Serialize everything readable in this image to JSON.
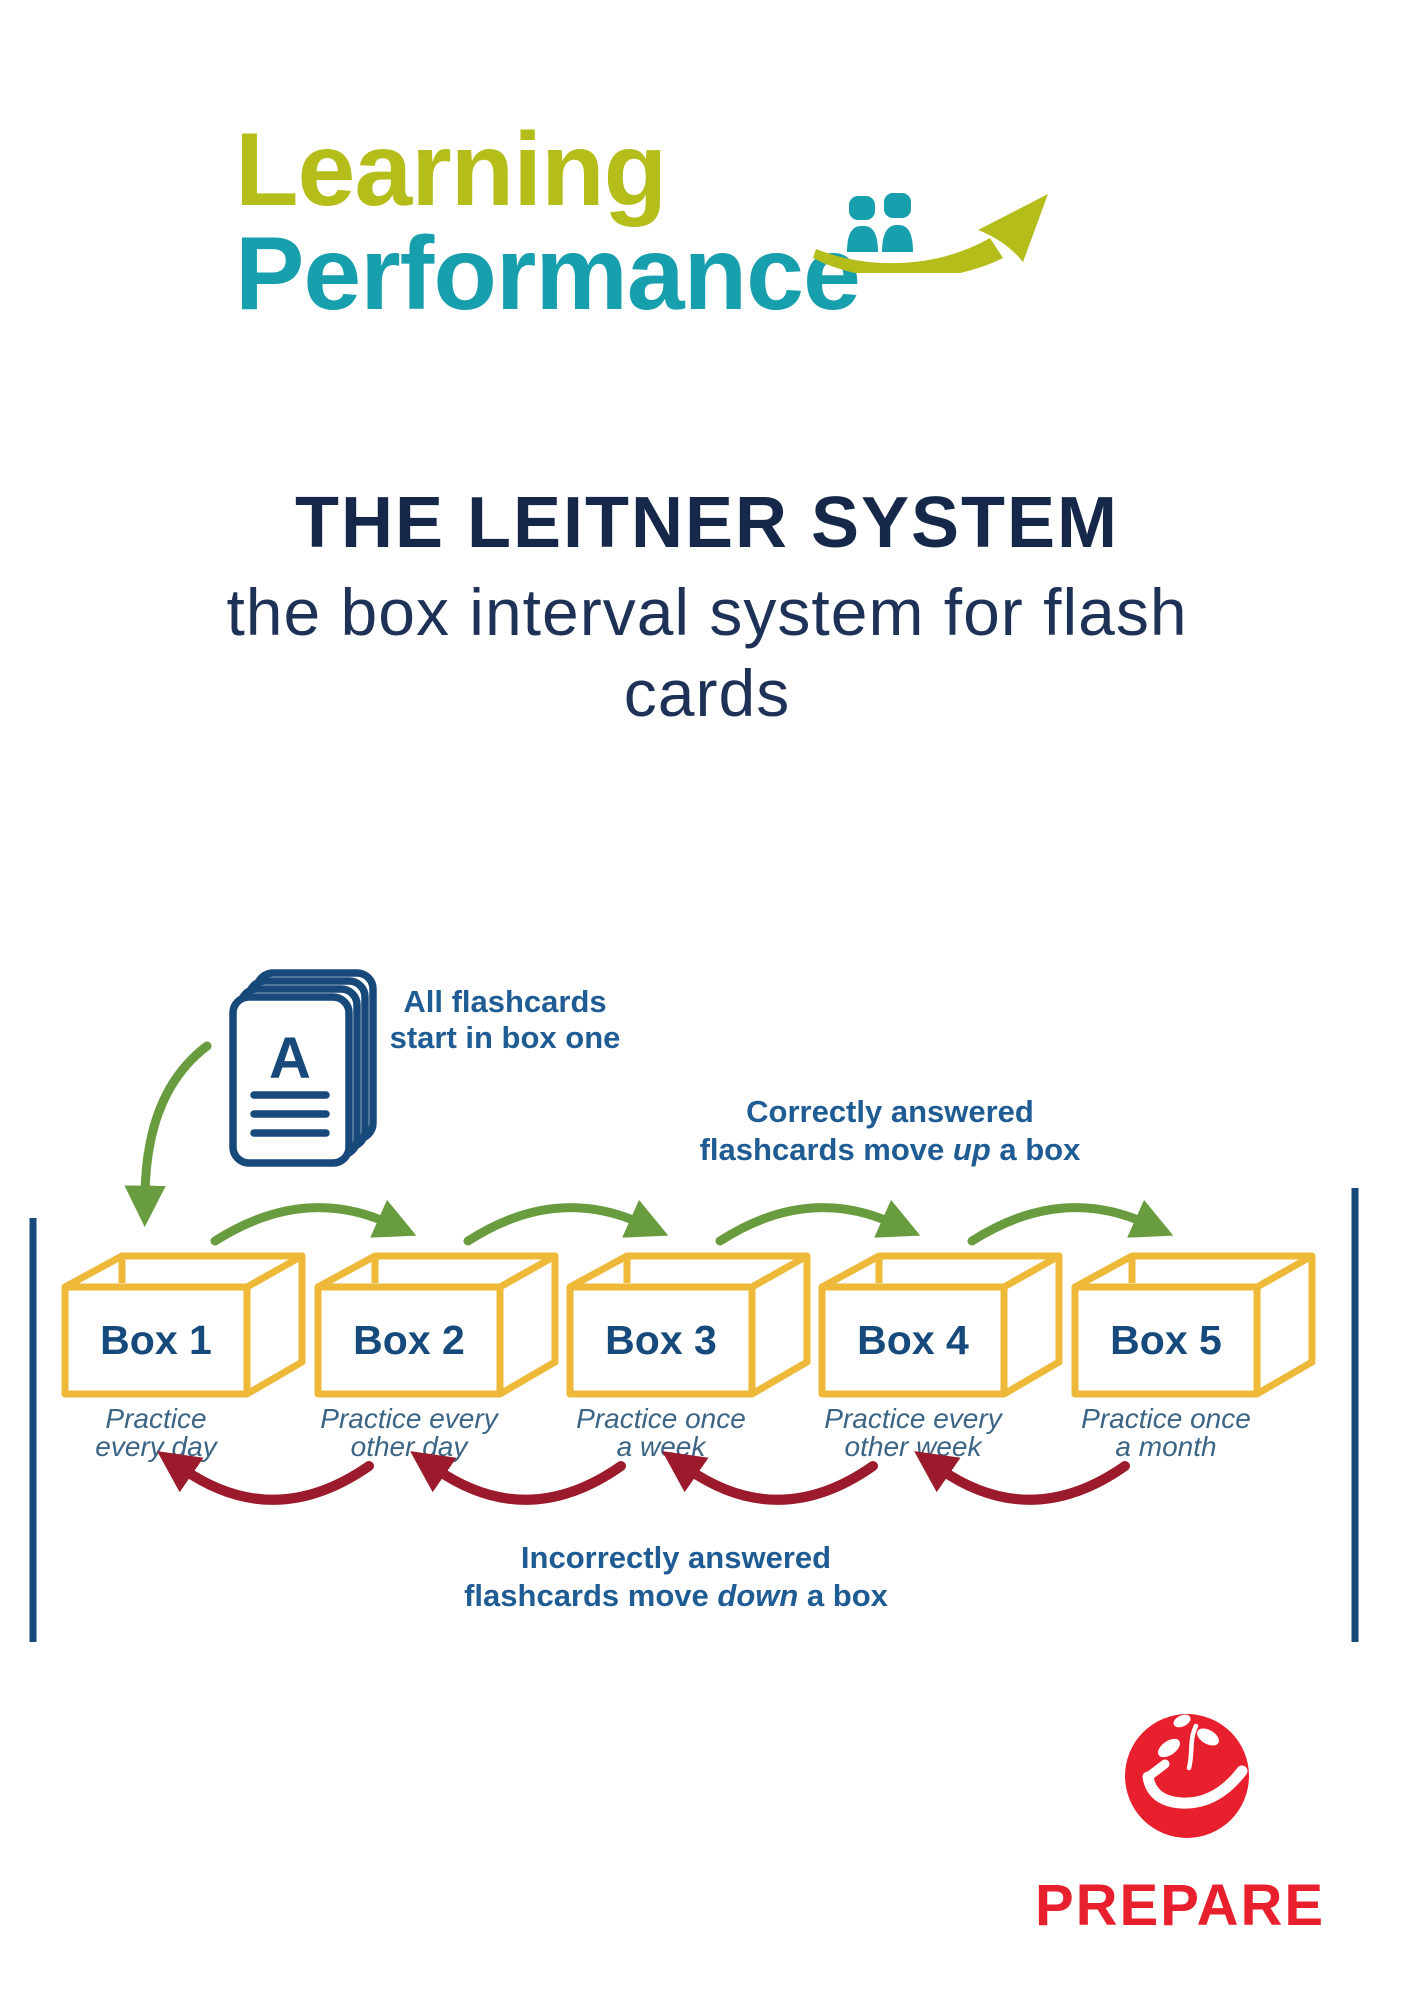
{
  "brand": {
    "word1": "Learning",
    "word2": "Performance",
    "colors": {
      "word1": "#b5bd1b",
      "word2": "#189fad",
      "swoosh": "#b5bd1b",
      "people": "#189fad"
    }
  },
  "heading": {
    "title": "THE LEITNER SYSTEM",
    "subtitle_line1": "the box interval system for flash",
    "subtitle_line2": "cards"
  },
  "diagram": {
    "card_letter": "A",
    "start_note": {
      "line1": "All flashcards",
      "line2": "start in box one"
    },
    "correct_note": {
      "line1": "Correctly answered",
      "line2_pre": "flashcards move ",
      "line2_italic": "up",
      "line2_post": " a box"
    },
    "incorrect_note": {
      "line1": "Incorrectly answered",
      "line2_pre": "flashcards move ",
      "line2_italic": "down",
      "line2_post": " a box"
    },
    "boxes": [
      {
        "label": "Box 1",
        "practice_line1": "Practice",
        "practice_line2": "every day"
      },
      {
        "label": "Box 2",
        "practice_line1": "Practice every",
        "practice_line2": "other day"
      },
      {
        "label": "Box 3",
        "practice_line1": "Practice once",
        "practice_line2": "a week"
      },
      {
        "label": "Box 4",
        "practice_line1": "Practice every",
        "practice_line2": "other week"
      },
      {
        "label": "Box 5",
        "practice_line1": "Practice once",
        "practice_line2": "a month"
      }
    ],
    "colors": {
      "box": "#eeb939",
      "up_arrow": "#699c3f",
      "down_arrow": "#9b1a2b",
      "note_text": "#1f5c94",
      "accent_bar": "#17497b"
    }
  },
  "footer": {
    "logo_text": "PREPARE",
    "color": "#e8202d"
  }
}
